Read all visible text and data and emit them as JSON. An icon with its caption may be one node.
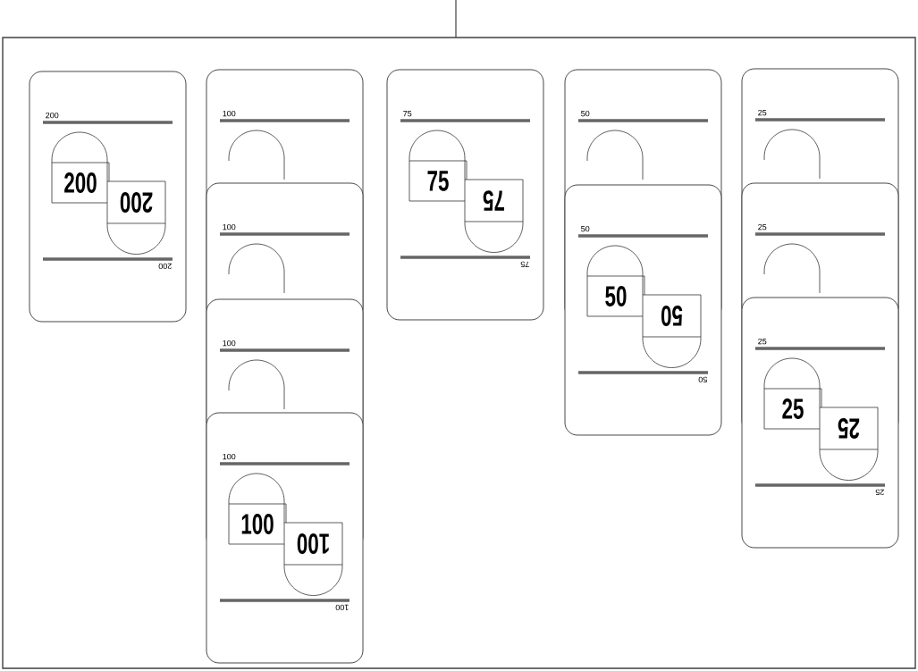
{
  "diagram": {
    "nodes": [
      {
        "text": [],
        "shape": "box"
      },
      {
        "text": [
          "200",
          "200",
          "200",
          "200"
        ],
        "in": 0
      },
      {
        "text": [
          "100"
        ],
        "in": 0
      },
      {
        "text": [
          "100"
        ],
        "in": 0
      },
      {
        "text": [
          "100"
        ],
        "in": 0
      },
      {
        "text": [
          "100",
          "100",
          "100",
          "100"
        ],
        "in": 0
      },
      {
        "text": [
          "75",
          "75",
          "75",
          "75"
        ],
        "in": 0
      },
      {
        "text": [
          "50"
        ],
        "in": 0
      },
      {
        "text": [
          "50",
          "50",
          "50",
          "50"
        ],
        "in": 0
      },
      {
        "text": [
          "25"
        ],
        "in": 0
      },
      {
        "text": [
          "25"
        ],
        "in": 0
      },
      {
        "text": [
          "25",
          "25",
          "25",
          "25"
        ],
        "in": 0
      }
    ]
  }
}
